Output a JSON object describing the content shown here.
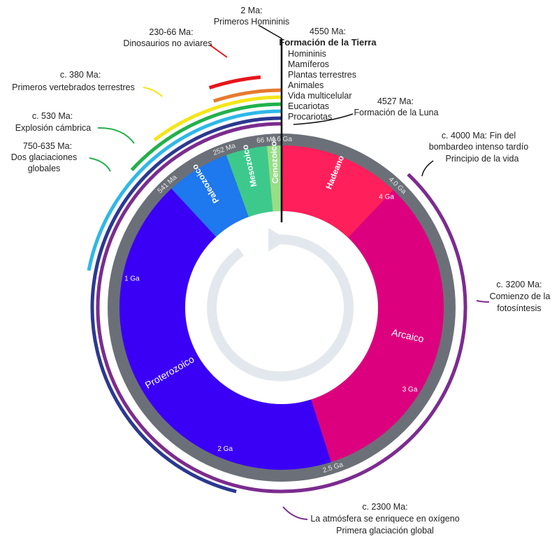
{
  "eons": [
    {
      "name": "Hadeano",
      "start": 4550,
      "end": 4000,
      "color": "#FF1F5A"
    },
    {
      "name": "Arcaico",
      "start": 4000,
      "end": 2500,
      "color": "#DD007E"
    },
    {
      "name": "Proterozoico",
      "start": 2500,
      "end": 541,
      "color": "#3A00F5"
    },
    {
      "name": "Paleozoico",
      "start": 541,
      "end": 252,
      "color": "#1E78EE"
    },
    {
      "name": "Mesozoico",
      "start": 252,
      "end": 66,
      "color": "#3EC98C"
    },
    {
      "name": "Cenozoico",
      "start": 66,
      "end": 0,
      "color": "#97DE86"
    }
  ],
  "inner_ticks": [
    {
      "label": "4 Ga",
      "ma": 4000
    },
    {
      "label": "3 Ga",
      "ma": 3000
    },
    {
      "label": "2 Ga",
      "ma": 2000
    },
    {
      "label": "1 Ga",
      "ma": 1000
    }
  ],
  "ring_ticks": [
    {
      "label": "4.6 Ga",
      "ma": 4550
    },
    {
      "label": "4.0 Ga",
      "ma": 4000
    },
    {
      "label": "2.5 Ga",
      "ma": 2500
    },
    {
      "label": "541 Ma",
      "ma": 541
    },
    {
      "label": "252 Ma",
      "ma": 252
    },
    {
      "label": "66 Ma",
      "ma": 66
    }
  ],
  "life_arcs": [
    {
      "name": "Homininis",
      "start": 2,
      "color": "#8B1A1A"
    },
    {
      "name": "Mamíferos",
      "start": 230,
      "color": "#E67A2E"
    },
    {
      "name": "Plantas terrestres",
      "start": 470,
      "color": "#F5E51B"
    },
    {
      "name": "Animales",
      "start": 600,
      "color": "#22B14C"
    },
    {
      "name": "Vida multicelular",
      "start": 1000,
      "color": "#2EB8E8"
    },
    {
      "name": "Eucariotas",
      "start": 2100,
      "color": "#2B3990"
    },
    {
      "name": "Procariotas",
      "start": 4000,
      "color": "#7B2C8F"
    }
  ],
  "dinosaur_arc": {
    "start": 230,
    "end": 66,
    "color": "#E8141B"
  },
  "annotations": {
    "hominins_a": "2 Ma:",
    "hominins_b": "Primeros Homininis",
    "earth_a": "4550 Ma:",
    "earth_b": "Formación de la Tierra",
    "dino_a": "230-66 Ma:",
    "dino_b": "Dinosaurios no aviares",
    "vert_a": "c. 380 Ma:",
    "vert_b": "Primeros vertebrados terrestres",
    "camb_a": "c. 530 Ma:",
    "camb_b": "Explosión cámbrica",
    "glac_a": "750-635 Ma:",
    "glac_b": "Dos glaciaciones",
    "glac_c": "globales",
    "moon_a": "4527 Ma:",
    "moon_b": "Formación de la Luna",
    "bomb_a": "c. 4000 Ma: Fin del",
    "bomb_b": "bombardeo intenso tardío",
    "bomb_c": "Principio de la vida",
    "photo_a": "c. 3200 Ma:",
    "photo_b": "Comienzo de la",
    "photo_c": "fotosíntesis",
    "oxy_a": "c. 2300 Ma:",
    "oxy_b": "La atmósfera se enriquece en oxígeno",
    "oxy_c": "Primera glaciación global"
  }
}
